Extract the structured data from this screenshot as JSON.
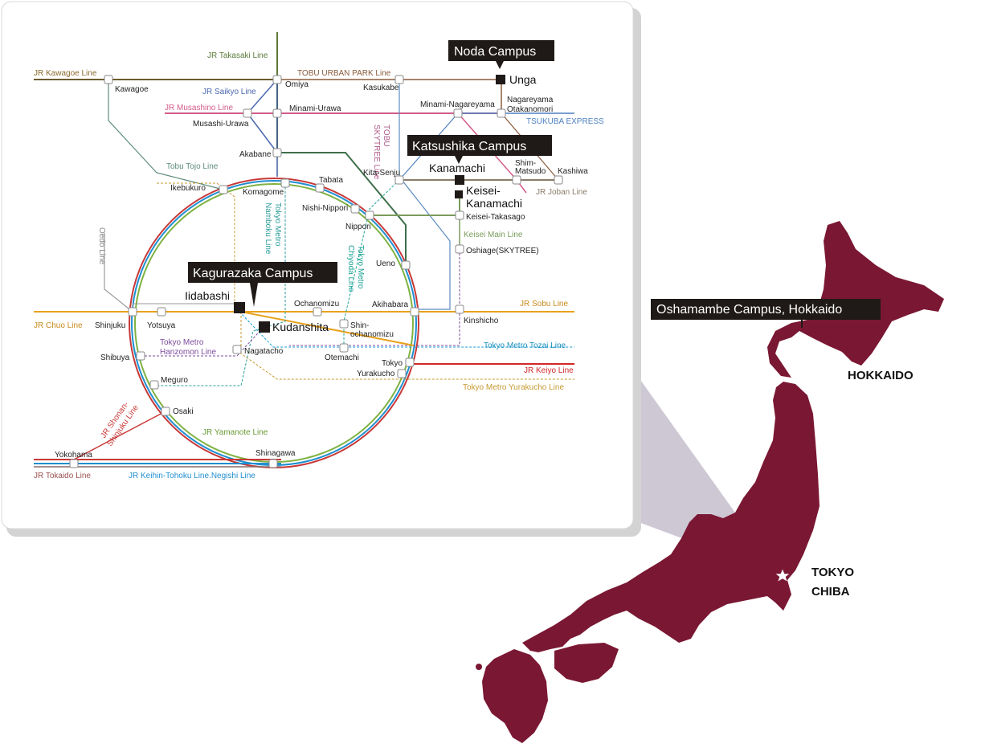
{
  "colors": {
    "japan_fill": "#7a1733",
    "callout": "#cdc8d4",
    "panel_shadow": "#d3d3d3",
    "caption_bg": "#1f1a17",
    "jr_yamanote": "#7fb241",
    "jr_keihin": "#1f8ed0",
    "jr_chuo": "#e8a21d",
    "tobu_urban": "#8a5a3b",
    "tsukuba": "#4d7fc0",
    "jr_musashino": "#d45b8a",
    "jr_saikyo": "#4a67b0",
    "tozai": "#1a9fd1",
    "keiyo": "#d22727",
    "yurakucho_line": "#c69a2f",
    "nambokul": "#2a9c9a",
    "chiyoda": "#1aa394",
    "hanzomon": "#7d4b9e",
    "joban": "#3f6f4a",
    "takasaki": "#5c7a3a"
  },
  "campuses": {
    "noda": "Noda Campus",
    "katsushika": "Katsushika Campus",
    "kagurazaka": "Kagurazaka Campus",
    "oshamambe": "Oshamambe Campus, Hokkaido"
  },
  "regions": {
    "hokkaido": "HOKKAIDO",
    "tokyo": "TOKYO",
    "chiba": "CHIBA"
  },
  "lines": {
    "jr_kawagoe": "JR Kawagoe Line",
    "jr_takasaki": "JR Takasaki Line",
    "tobu_urban_park": "TOBU URBAN PARK Line",
    "jr_saikyo": "JR Saikyo Line",
    "jr_musashino": "JR Musashino Line",
    "tsukuba_express": "TSUKUBA EXPRESS",
    "tobu_skytree_1": "TOBU",
    "tobu_skytree_2": "SKYTREE Line",
    "tobu_tojo": "Tobu Tojo Line",
    "jr_joban": "JR Joban Line",
    "nambokul_1": "Tokyo Metro",
    "nambokul_2": "Namboku Line",
    "chiyoda_1": "Tokyo Metro",
    "chiyoda_2": "Chiyoda Line",
    "keisei_main": "Keisei Main Line",
    "oedo": "Oedo Line",
    "jr_sobu": "JR Sobu Line",
    "jr_chuo": "JR Chuo Line",
    "hanzomon_1": "Tokyo Metro",
    "hanzomon_2": "Hanzomon Line",
    "tozai": "Tokyo Metro Tozai Line",
    "keiyo": "JR Keiyo Line",
    "yurakucho": "Tokyo Metro Yurakucho Line",
    "shonan_1": "JR Shonan-",
    "shonan_2": "Shinjuku Line",
    "yamanote": "JR Yamanote Line",
    "tokaido": "JR Tokaido Line",
    "keihin": "JR Keihin-Tohoku Line.Negishi Line"
  },
  "stations": {
    "kawagoe": "Kawagoe",
    "omiya": "Omiya",
    "kasukabe": "Kasukabe",
    "unga": "Unga",
    "minami_nagareyama": "Minami-Nagareyama",
    "nagareyama_1": "Nagareyama",
    "nagareyama_2": "Otakanomori",
    "minami_urawa": "Minami-Urawa",
    "musashi_urawa": "Musashi-Urawa",
    "akabane": "Akabane",
    "kanamachi": "Kanamachi",
    "shim_matsudo_1": "Shim-",
    "shim_matsudo_2": "Matsudo",
    "kashiwa": "Kashiwa",
    "kita_senju": "Kita-Senju",
    "keisei_kanamachi_1": "Keisei-",
    "keisei_kanamachi_2": "Kanamachi",
    "ikebukuro": "Ikebukuro",
    "tabata": "Tabata",
    "komagome": "Komagome",
    "nishi_nippori": "Nishi-Nippori",
    "nippori": "Nippori",
    "keisei_takasago": "Keisei-Takasago",
    "oshiage": "Oshiage(SKYTREE)",
    "ueno": "Ueno",
    "iidabashi": "Iidabashi",
    "ochanomizu": "Ochanomizu",
    "akihabara": "Akihabara",
    "shinjuku": "Shinjuku",
    "yotsuya": "Yotsuya",
    "kudanshita": "Kudanshita",
    "shin_ochanomizu_1": "Shin-",
    "shin_ochanomizu_2": "ochanomizu",
    "kinshicho": "Kinshicho",
    "shibuya": "Shibuya",
    "nagatacho": "Nagatacho",
    "otemachi": "Otemachi",
    "tokyo": "Tokyo",
    "yurakucho": "Yurakucho",
    "meguro": "Meguro",
    "osaki": "Osaki",
    "yokohama": "Yokohama",
    "shinagawa": "Shinagawa"
  }
}
